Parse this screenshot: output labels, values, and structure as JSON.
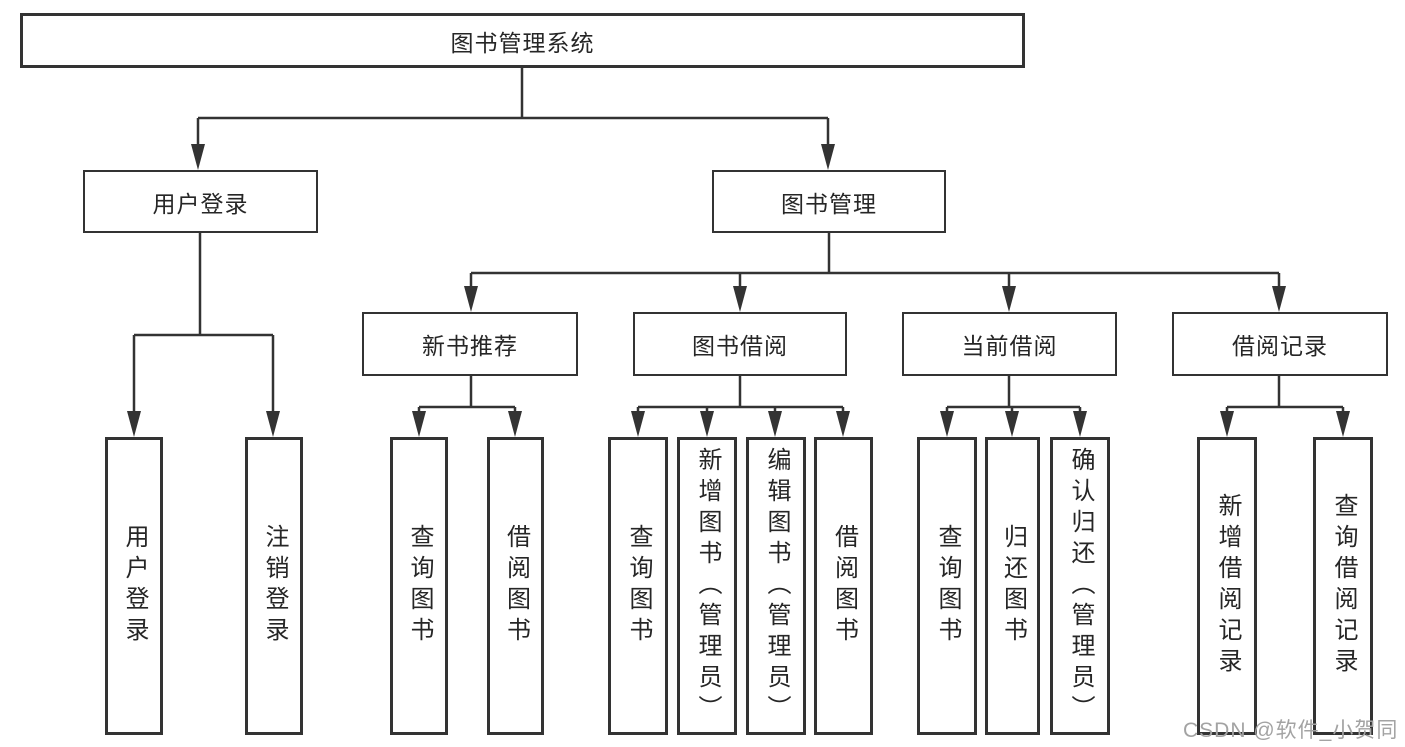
{
  "tree": {
    "root": {
      "label": "图书管理系统",
      "children": [
        {
          "label": "用户登录",
          "children": [
            {
              "label": "用户登录"
            },
            {
              "label": "注销登录"
            }
          ]
        },
        {
          "label": "图书管理",
          "children": [
            {
              "label": "新书推荐",
              "children": [
                {
                  "label": "查询图书"
                },
                {
                  "label": "借阅图书"
                }
              ]
            },
            {
              "label": "图书借阅",
              "children": [
                {
                  "label": "查询图书"
                },
                {
                  "label": "新增图书（管理员）"
                },
                {
                  "label": "编辑图书（管理员）"
                },
                {
                  "label": "借阅图书"
                }
              ]
            },
            {
              "label": "当前借阅",
              "children": [
                {
                  "label": "查询图书"
                },
                {
                  "label": "归还图书"
                },
                {
                  "label": "确认归还（管理员）"
                }
              ]
            },
            {
              "label": "借阅记录",
              "children": [
                {
                  "label": "新增借阅记录"
                },
                {
                  "label": "查询借阅记录"
                }
              ]
            }
          ]
        }
      ]
    }
  },
  "watermark": {
    "text": "CSDN @软件_小贺同学"
  },
  "colors": {
    "line": "#333333",
    "text": "#262626",
    "background": "#ffffff",
    "watermark": "#a3a3a3"
  }
}
